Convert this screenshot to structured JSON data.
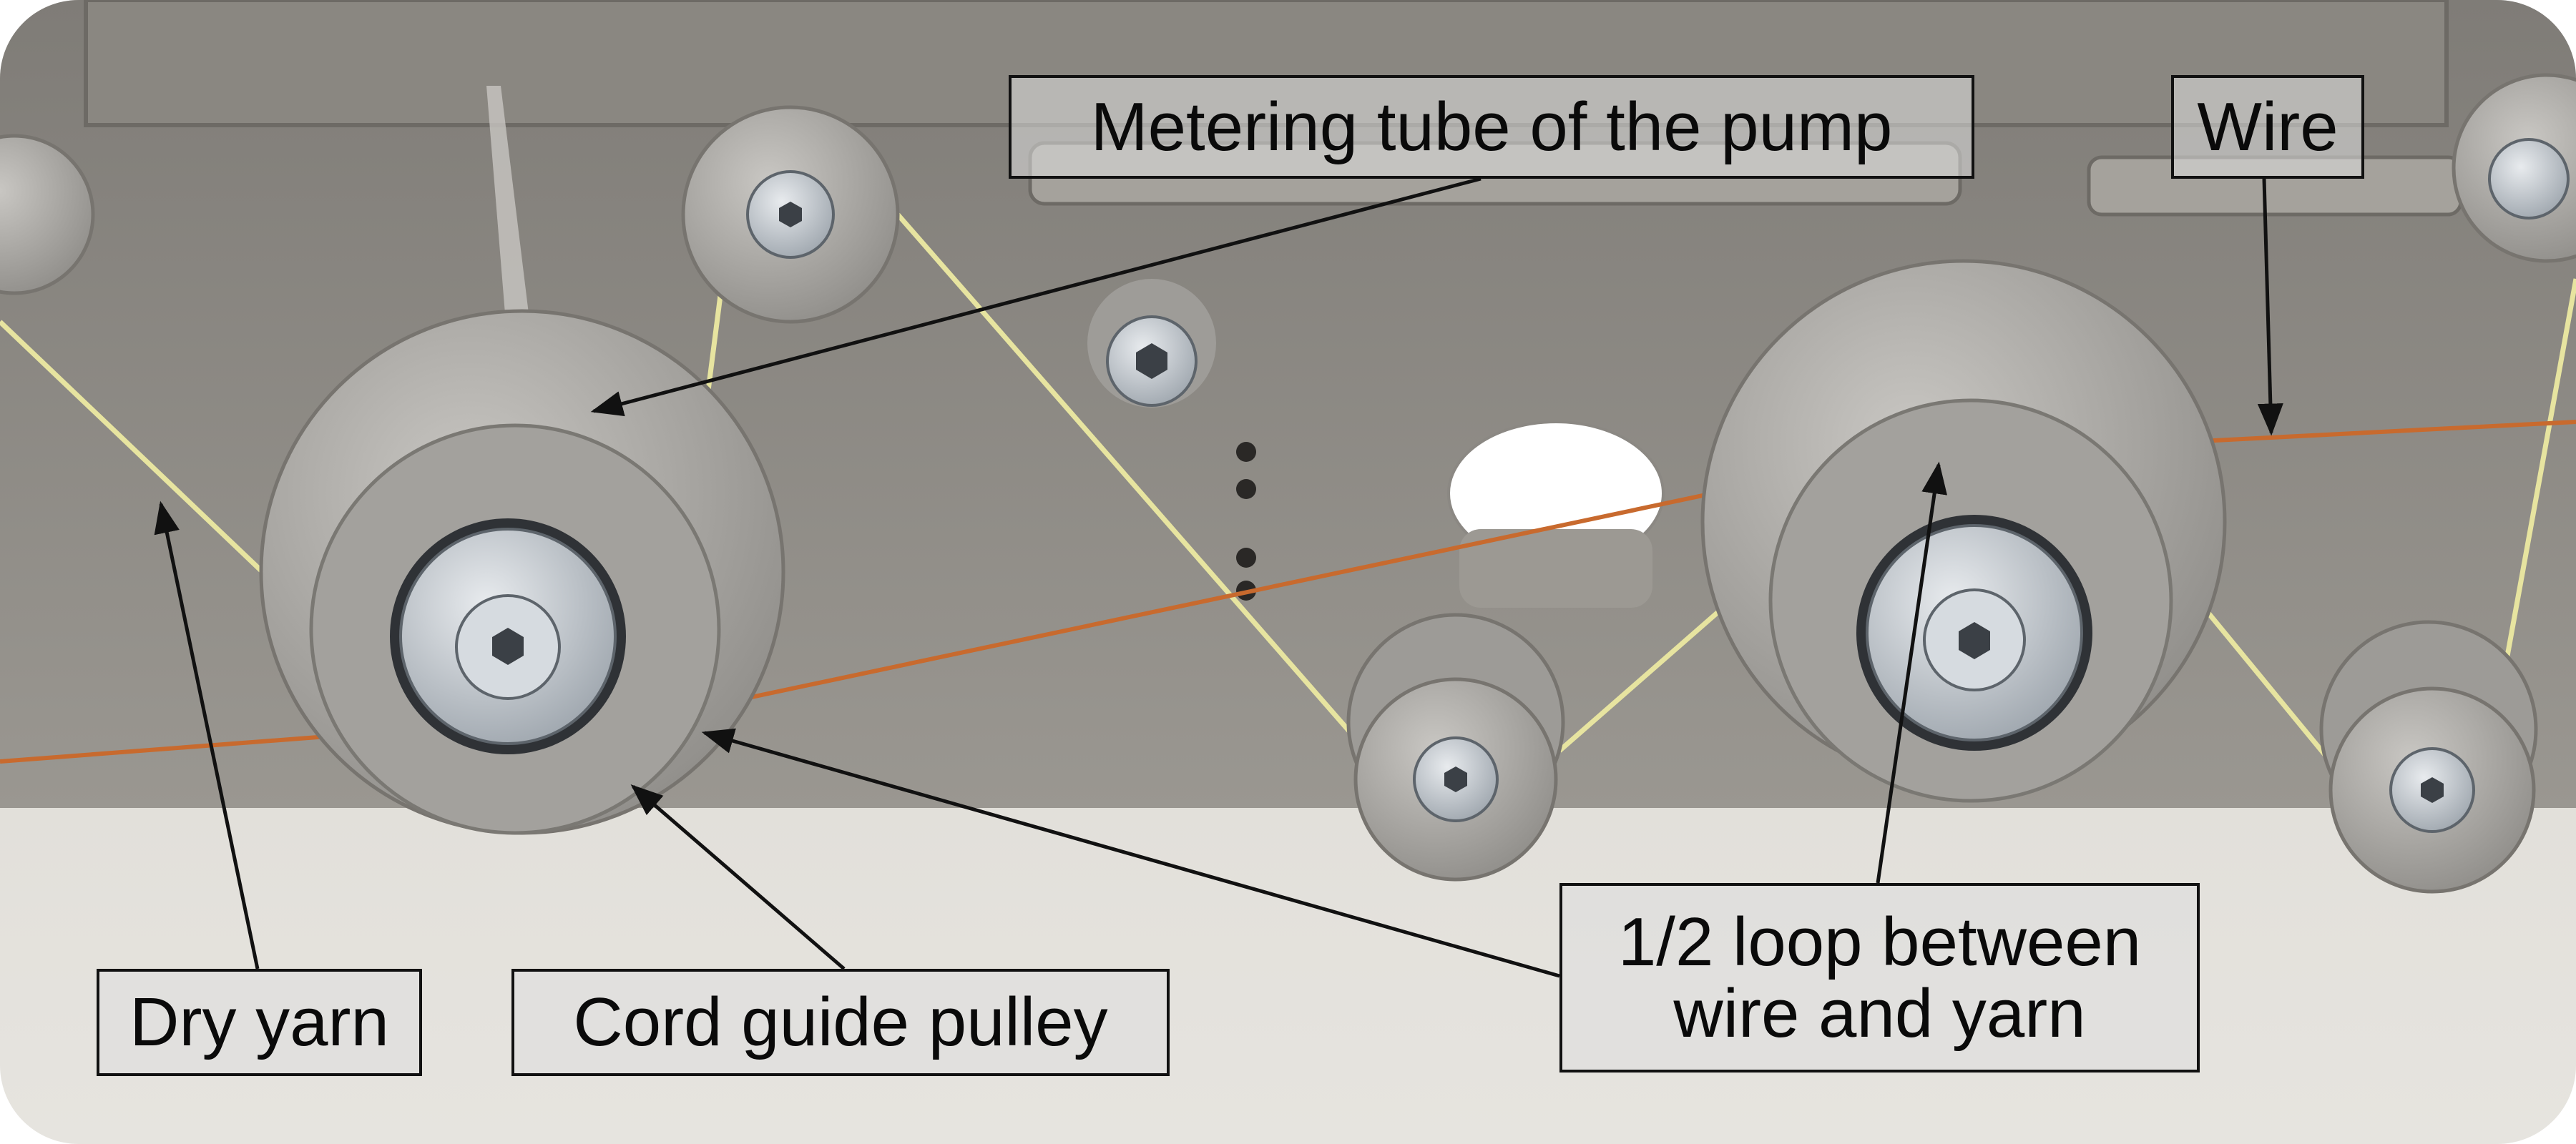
{
  "figure": {
    "labels": {
      "metering_tube": "Metering tube of the pump",
      "wire": "Wire",
      "dry_yarn": "Dry yarn",
      "cord_guide_pulley": "Cord guide pulley",
      "half_loop_line1": "1/2 loop between",
      "half_loop_line2": "wire and yarn"
    },
    "colors": {
      "plate": "#8d8a84",
      "background": "#d6d3cc",
      "wire": "#c86a2e",
      "yarn": "#e7e4a0",
      "pulley": "#a9a7a3",
      "leader_line": "#111111"
    },
    "icons": [
      "pulley-icon",
      "bolt-icon"
    ]
  }
}
